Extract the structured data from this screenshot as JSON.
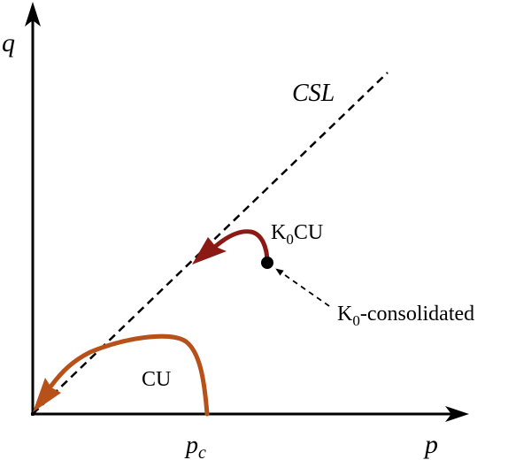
{
  "axes": {
    "y_label": "q",
    "x_label": "p",
    "x_tick_base": "p",
    "x_tick_sub": "c"
  },
  "csl_label": "CSL",
  "paths": {
    "k0cu": {
      "label_base": "K",
      "label_sub": "0",
      "label_rest": "CU",
      "color": "#8b1a14"
    },
    "cu": {
      "label": "CU",
      "color": "#b8501a"
    }
  },
  "annotation": {
    "label_base": "K",
    "label_sub": "0",
    "label_rest": "-consolidated"
  },
  "colors": {
    "axis": "#000000",
    "csl": "#000000"
  }
}
